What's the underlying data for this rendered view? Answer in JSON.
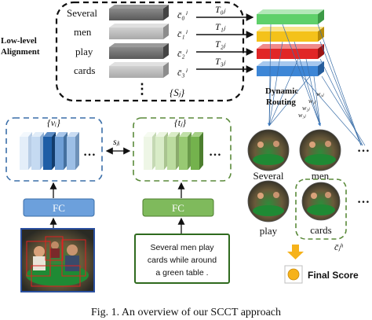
{
  "alignment_label_line1": "Low-level",
  "alignment_label_line2": "Alignment",
  "words": [
    "Several",
    "men",
    "play",
    "cards"
  ],
  "word_vars": [
    "c̄₀ⁱ",
    "c̄₁ⁱ",
    "c̄₂ⁱ",
    "c̄₃ⁱ"
  ],
  "ellipsis": "⋮",
  "set_label": "{Sⱼ}",
  "transforms": [
    "T₀ⱼ",
    "T₁ⱼ",
    "T₂ⱼ",
    "T₃ⱼ"
  ],
  "transform_colors": [
    "#5fd06a",
    "#f4c21a",
    "#e12626",
    "#3d86d6"
  ],
  "routing_line1": "Dynamic",
  "routing_line2": "Routing",
  "weights": [
    "w₀ⱼ",
    "w₁ⱼ",
    "w₂ⱼ",
    "w₃ⱼ"
  ],
  "image_set_label": "{vᵢ}",
  "text_set_label": "{tⱼ}",
  "similarity_label": "sⱼᵢ",
  "fc_left": "FC",
  "fc_right": "FC",
  "caption_line1": "Several men play",
  "caption_line2": "cards while around",
  "caption_line3": "a green table .",
  "thumb_labels": [
    "Several",
    "men",
    "play",
    "cards"
  ],
  "dots": "…",
  "ch_label": "c̄ⱼʰ",
  "final_score": "Final Score",
  "fig_caption": "Fig. 1.  An overview of our SCCT approach",
  "colors": {
    "image_bars": [
      "#e4eef9",
      "#c5daf1",
      "#1e5ea6",
      "#6f9fd6",
      "#9dbfe6"
    ],
    "text_bars": [
      "#eef6e6",
      "#d9ecc8",
      "#bcdca0",
      "#98c973",
      "#74b24d"
    ],
    "fc": "#6ca0dc",
    "fc_text": "#8bc06c",
    "arrow_orange": "#f6b21b"
  }
}
